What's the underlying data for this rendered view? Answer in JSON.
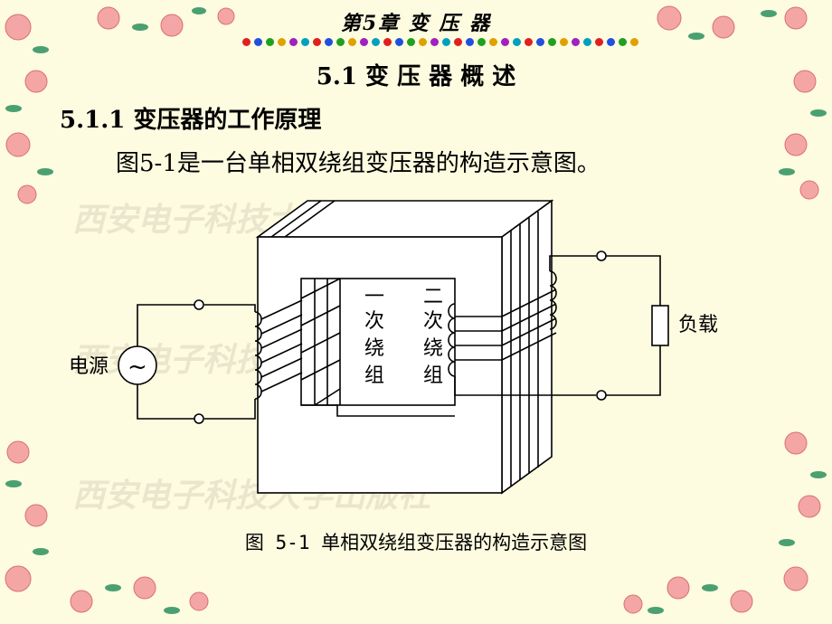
{
  "header": {
    "chapter_title": "第5章   变   压   器",
    "dot_colors": [
      "#e02020",
      "#2050e0",
      "#20a020",
      "#e0a000",
      "#a020c0",
      "#00a0c0",
      "#e02020",
      "#2050e0",
      "#20a020",
      "#e0a000",
      "#a020c0",
      "#00a0c0",
      "#e02020",
      "#2050e0",
      "#20a020",
      "#e0a000",
      "#a020c0",
      "#00a0c0",
      "#e02020",
      "#2050e0",
      "#20a020",
      "#e0a000",
      "#a020c0",
      "#00a0c0",
      "#e02020",
      "#2050e0",
      "#20a020",
      "#e0a000",
      "#a020c0",
      "#00a0c0",
      "#e02020",
      "#2050e0",
      "#20a020",
      "#e0a000"
    ]
  },
  "section": {
    "title": "5.1   变 压 器 概 述",
    "subsection_title": "5.1.1   变压器的工作原理",
    "intro_text": "图5-1是一台单相双绕组变压器的构造示意图。"
  },
  "figure": {
    "source_label": "电源",
    "source_symbol": "~",
    "primary_label": [
      "一",
      "次",
      "绕",
      "组"
    ],
    "secondary_label": [
      "二",
      "次",
      "绕",
      "组"
    ],
    "load_label": "负载",
    "watermark": "西安电子科技大学出版社",
    "caption": "图 5-1   单相双绕组变压器的构造示意图"
  },
  "colors": {
    "background": "#fdfbe0",
    "flower_pink": "#f4a0a0",
    "leaf_green": "#4aa070"
  }
}
